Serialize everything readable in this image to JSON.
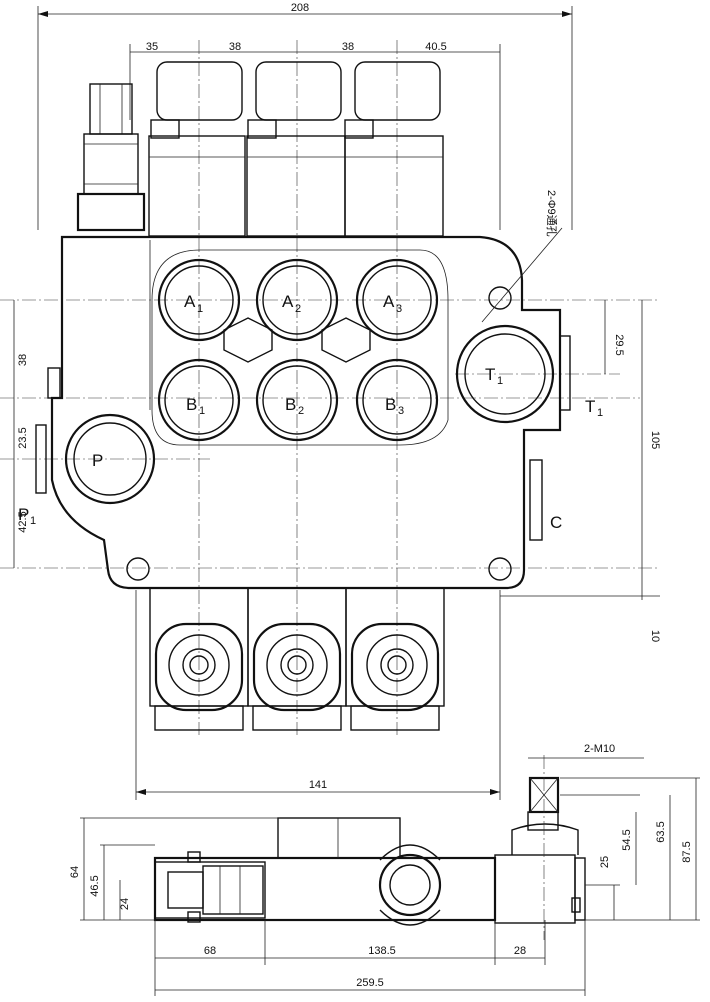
{
  "top_view": {
    "dims": {
      "overall_width": "208",
      "spool_pitch_1": "35",
      "spool_pitch_2": "38",
      "spool_pitch_3": "38",
      "spool_pitch_4": "40.5",
      "left_38": "38",
      "left_23_5": "23.5",
      "left_42_5": "42.5",
      "right_29_5": "29.5",
      "right_105": "105",
      "right_10": "10",
      "bottom_141": "141",
      "mount_hole_note": "2-Φ9通孔"
    },
    "ports": {
      "a1": "A",
      "a1_sub": "1",
      "a2": "A",
      "a2_sub": "2",
      "a3": "A",
      "a3_sub": "3",
      "b1": "B",
      "b1_sub": "1",
      "b2": "B",
      "b2_sub": "2",
      "b3": "B",
      "b3_sub": "3",
      "t_inner": "T",
      "t_inner_sub": "1",
      "t_outer": "T",
      "t_outer_sub": "1",
      "p_inner": "P",
      "p_outer": "P",
      "p_outer_sub": "1",
      "c": "C"
    }
  },
  "side_view": {
    "dims": {
      "thread": "2-M10",
      "h_64": "64",
      "h_46_5": "46.5",
      "h_24": "24",
      "w_68": "68",
      "w_138_5": "138.5",
      "w_28": "28",
      "w_259_5": "259.5",
      "r_25": "25",
      "r_54_5": "54.5",
      "r_63_5": "63.5",
      "r_87_5": "87.5"
    }
  }
}
